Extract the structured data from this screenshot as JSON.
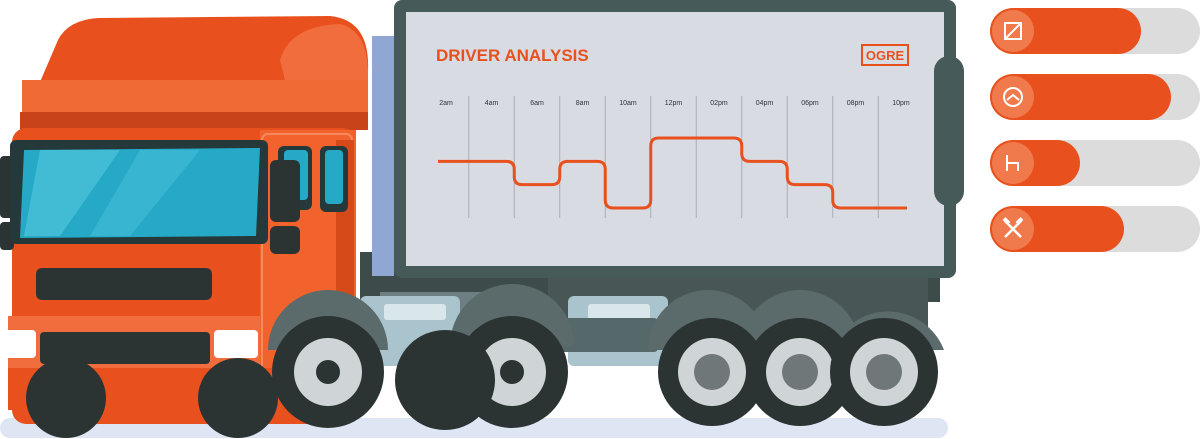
{
  "panel": {
    "title": "DRIVER ANALYSIS",
    "brand": "OGRE"
  },
  "colors": {
    "accent": "#e8511d",
    "panel_bg": "#d9dbe3",
    "frame": "#465a59",
    "track": "#dcdcdc"
  },
  "chart_data": {
    "type": "line",
    "x_ticks": [
      "2am",
      "4am",
      "6am",
      "8am",
      "10am",
      "12pm",
      "02pm",
      "04pm",
      "06pm",
      "08pm",
      "10pm"
    ],
    "series": [
      {
        "values": [
          3,
          3,
          2,
          3,
          1,
          4,
          4,
          3,
          2,
          1,
          1
        ]
      }
    ],
    "grid": true,
    "legend": "none"
  },
  "status_items": [
    {
      "icon": "square-slash-icon",
      "level": 0.72
    },
    {
      "icon": "gauge-icon",
      "level": 0.86
    },
    {
      "icon": "seat-icon",
      "level": 0.43
    },
    {
      "icon": "crossed-tools-icon",
      "level": 0.64
    }
  ]
}
